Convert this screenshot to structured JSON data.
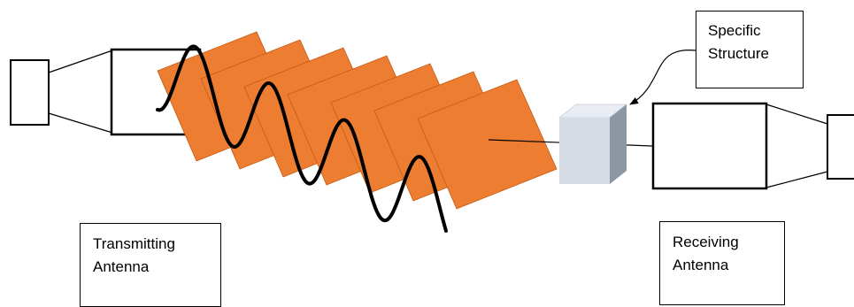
{
  "labels": {
    "transmitting_line1": "Transmitting",
    "transmitting_line2": "Antenna",
    "receiving_line1": "Receiving",
    "receiving_line2": "Antenna",
    "structure_line1": "Specific",
    "structure_line2": "Structure"
  },
  "colors": {
    "wave_plane": "#ed7d31",
    "wave_plane_stroke": "#c55a11",
    "cube_front": "#d6dce5",
    "cube_top": "#e9edf3",
    "cube_side": "#8d96a3",
    "outline": "#000000"
  },
  "wave_planes_count": 7
}
